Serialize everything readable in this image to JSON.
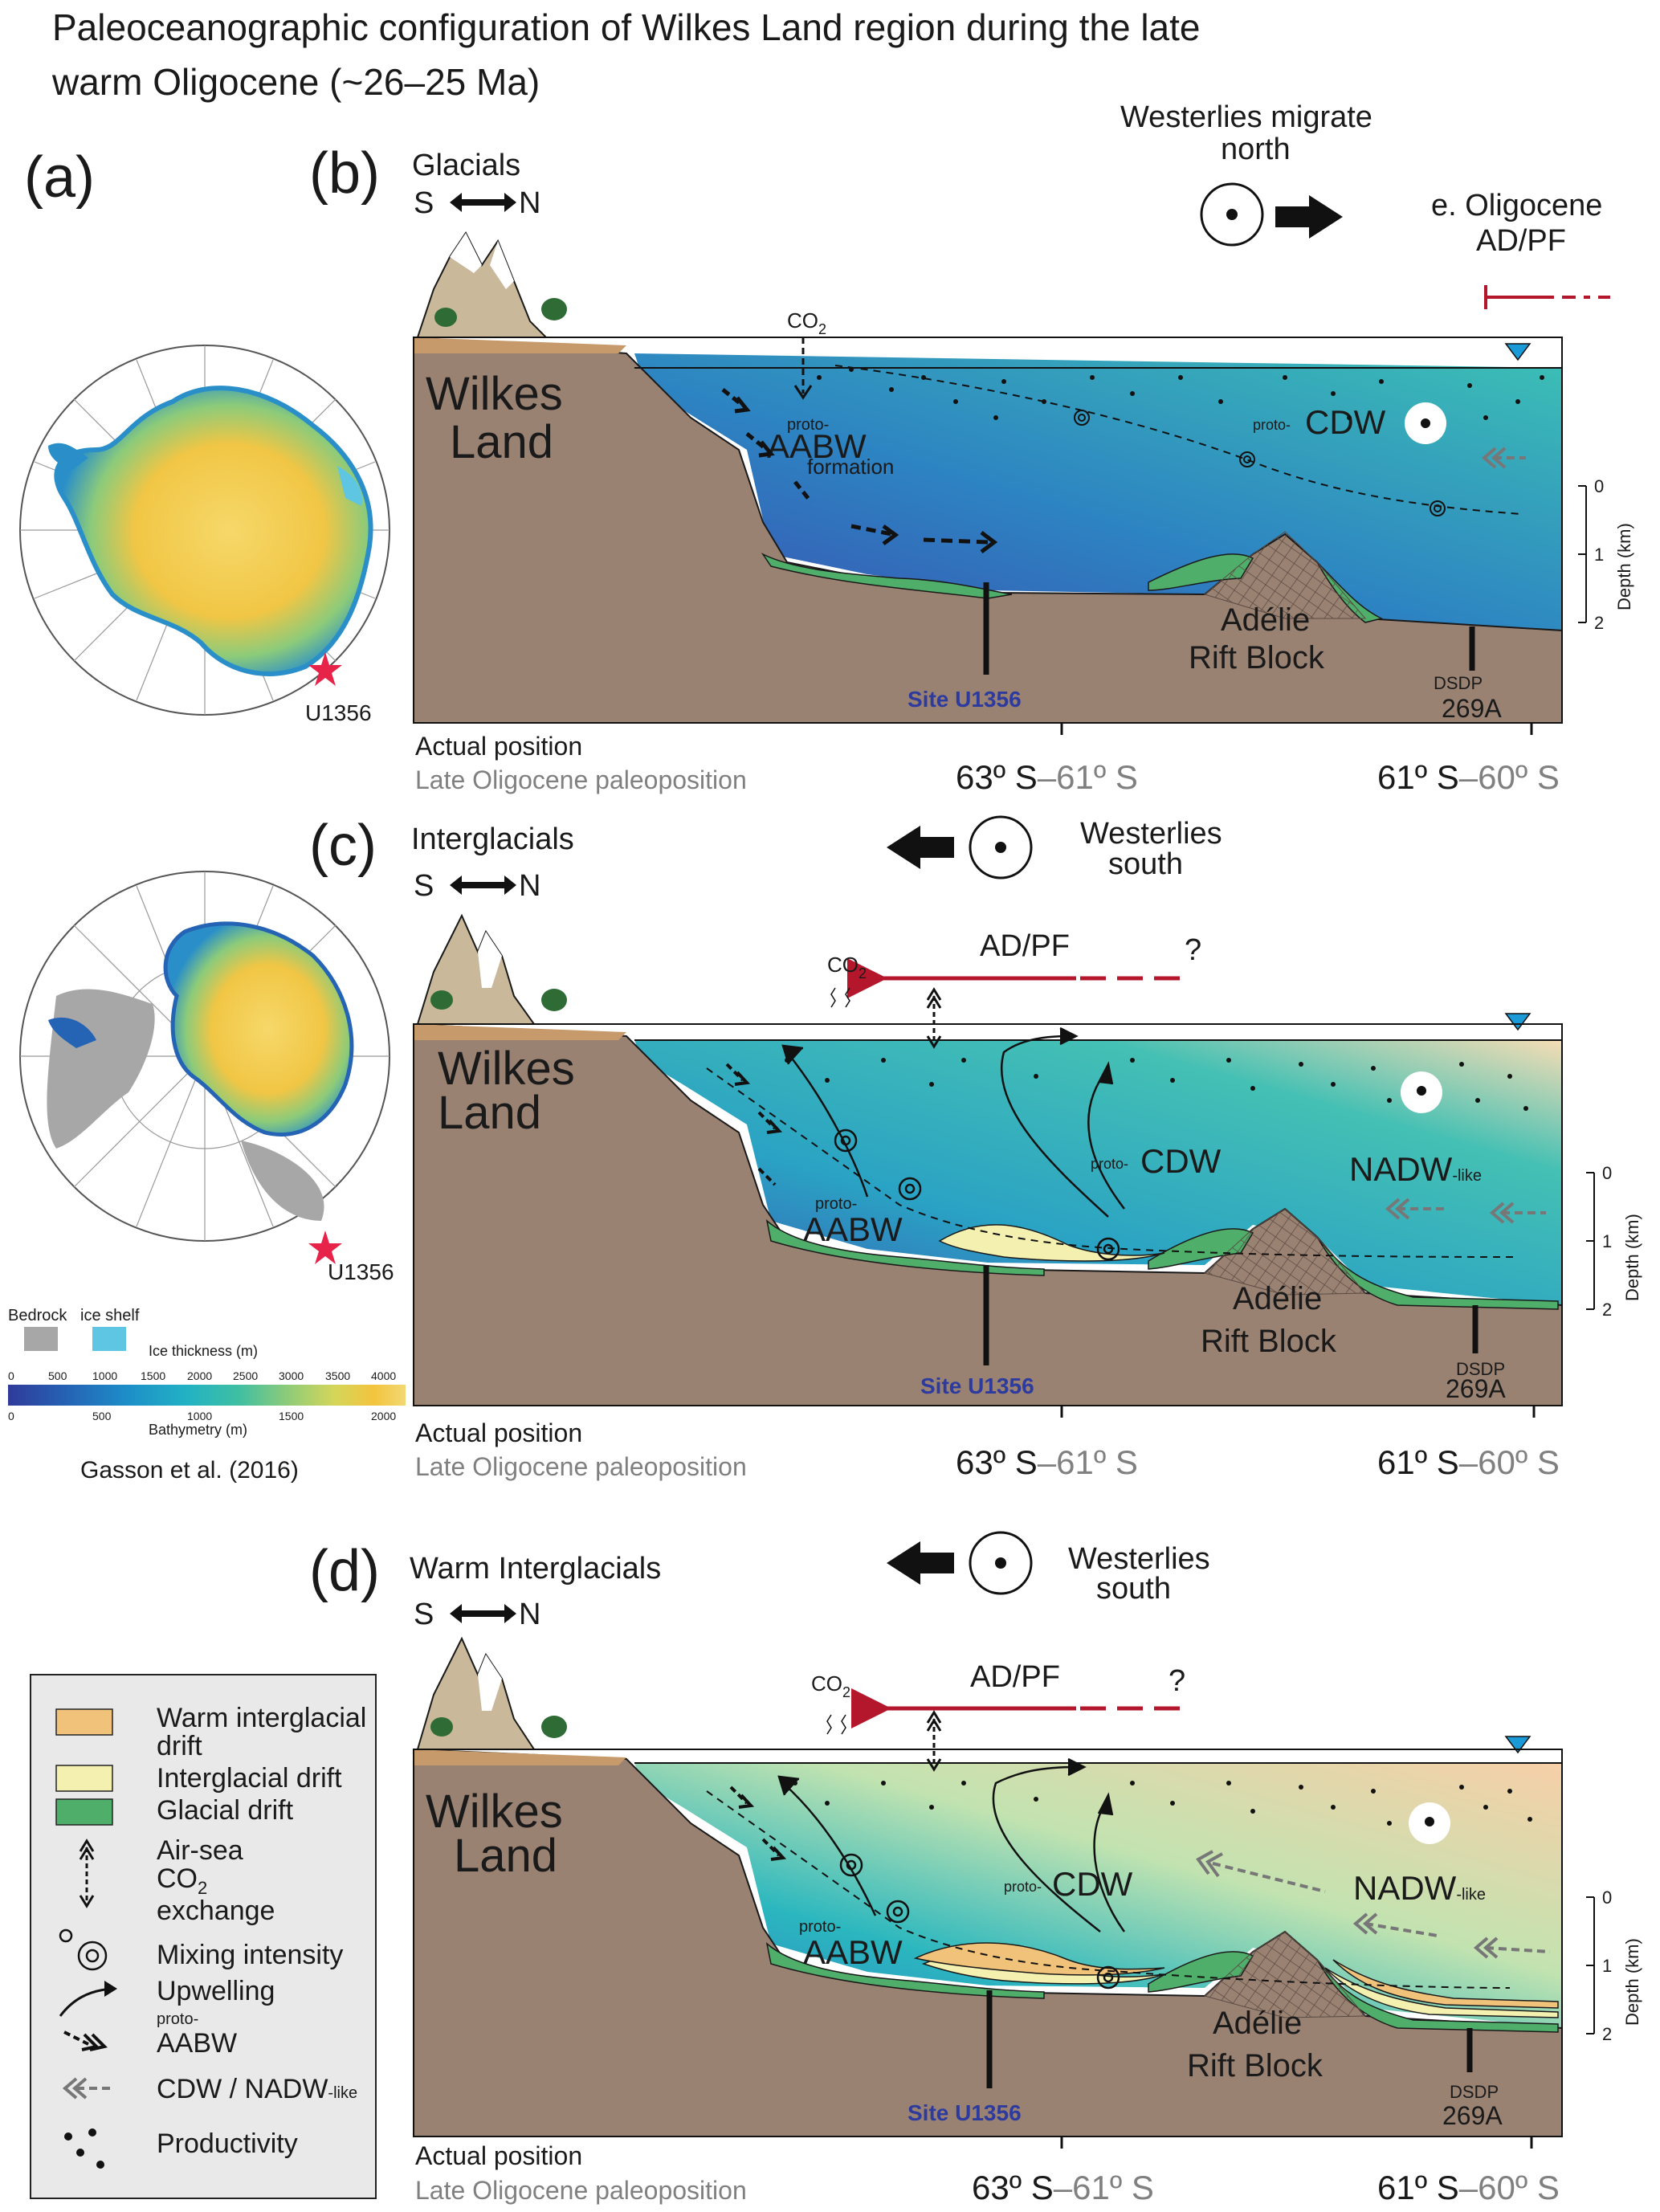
{
  "title": {
    "line1": "Paleoceanographic configuration of Wilkes Land region during the late",
    "line2": "warm Oligocene (~26–25 Ma)"
  },
  "panels": {
    "a": {
      "letter": "(a)",
      "site": "U1356"
    },
    "b": {
      "letter": "(b)",
      "name": "Glacials",
      "westerlies": [
        "Westerlies migrate",
        "north"
      ],
      "front": [
        "e. Oligocene",
        "AD/PF"
      ]
    },
    "c": {
      "letter": "(c)",
      "name": "Interglacials",
      "westerlies": [
        "Westerlies",
        "south"
      ],
      "front": "AD/PF"
    },
    "d": {
      "letter": "(d)",
      "name": "Warm Interglacials",
      "westerlies": [
        "Westerlies",
        "south"
      ],
      "front": "AD/PF"
    }
  },
  "common": {
    "compass_s": "S",
    "compass_n": "N",
    "land": [
      "Wilkes",
      "Land"
    ],
    "co2_main": "CO",
    "co2_sub": "2",
    "question": "?",
    "proto": "proto-",
    "aabw": "AABW",
    "formation": "formation",
    "cdw": "CDW",
    "nadw": "NADW",
    "like": "-like",
    "rift": [
      "Adélie",
      "Rift Block"
    ],
    "site": "Site U1356",
    "dsdp": [
      "DSDP",
      "269A"
    ],
    "actual_position": "Actual position",
    "paleo_position": "Late Oligocene paleoposition",
    "lat1_actual": "63º S",
    "lat1_paleo": "–61º S",
    "lat2_actual": "61º S",
    "lat2_paleo": "–60º S",
    "depth_label": "Depth (km)",
    "depth_ticks": [
      "0",
      "1",
      "2"
    ]
  },
  "map_legend": {
    "bedrock": "Bedrock",
    "ice_shelf": "ice shelf",
    "ice_title": "Ice thickness (m)",
    "ice_ticks": [
      "0",
      "500",
      "1000",
      "1500",
      "2000",
      "2500",
      "3000",
      "3500",
      "4000"
    ],
    "bathy_ticks": [
      "0",
      "500",
      "1000",
      "1500",
      "2000"
    ],
    "bathy_title": "Bathymetry (m)",
    "citation": "Gasson et al. (2016)",
    "colors": {
      "bedrock": "#a7a7a7",
      "ice_shelf": "#5ec6e2",
      "ramp": [
        "#2f3b9a",
        "#2563b5",
        "#1d8ec8",
        "#22b2c4",
        "#3fbfa2",
        "#8ccb7a",
        "#d4d65a",
        "#f3c43e",
        "#f2d873"
      ]
    }
  },
  "legend": {
    "items": [
      {
        "name": "warm-interglacial-drift",
        "label": [
          "Warm interglacial",
          "drift"
        ]
      },
      {
        "name": "interglacial-drift",
        "label": [
          "Interglacial drift"
        ]
      },
      {
        "name": "glacial-drift",
        "label": [
          "Glacial drift"
        ]
      },
      {
        "name": "air-sea-exchange",
        "label": [
          "Air-sea",
          "CO",
          "exchange"
        ]
      },
      {
        "name": "mixing-intensity",
        "label": [
          "Mixing intensity"
        ]
      },
      {
        "name": "upwelling",
        "label": [
          "Upwelling"
        ]
      },
      {
        "name": "proto-aabw",
        "label": [
          "proto-",
          "AABW"
        ]
      },
      {
        "name": "cdw-nadw",
        "label": [
          "CDW / NADW",
          "-like"
        ]
      },
      {
        "name": "productivity",
        "label": [
          "Productivity"
        ]
      }
    ]
  },
  "colors": {
    "seafloor": "#9a8273",
    "ocean_deep": "#3a5cb0",
    "ocean_shelf": "#2bb2bf",
    "ocean_surface": "#3bbcb4",
    "warm_water": "#f6dcb0",
    "glacial_drift": "#4fae6a",
    "interglacial_drift": "#f4f0b0",
    "warm_drift": "#f1c27a",
    "front_red": "#b4172b",
    "sea_level_marker": "#1a9ad6"
  }
}
